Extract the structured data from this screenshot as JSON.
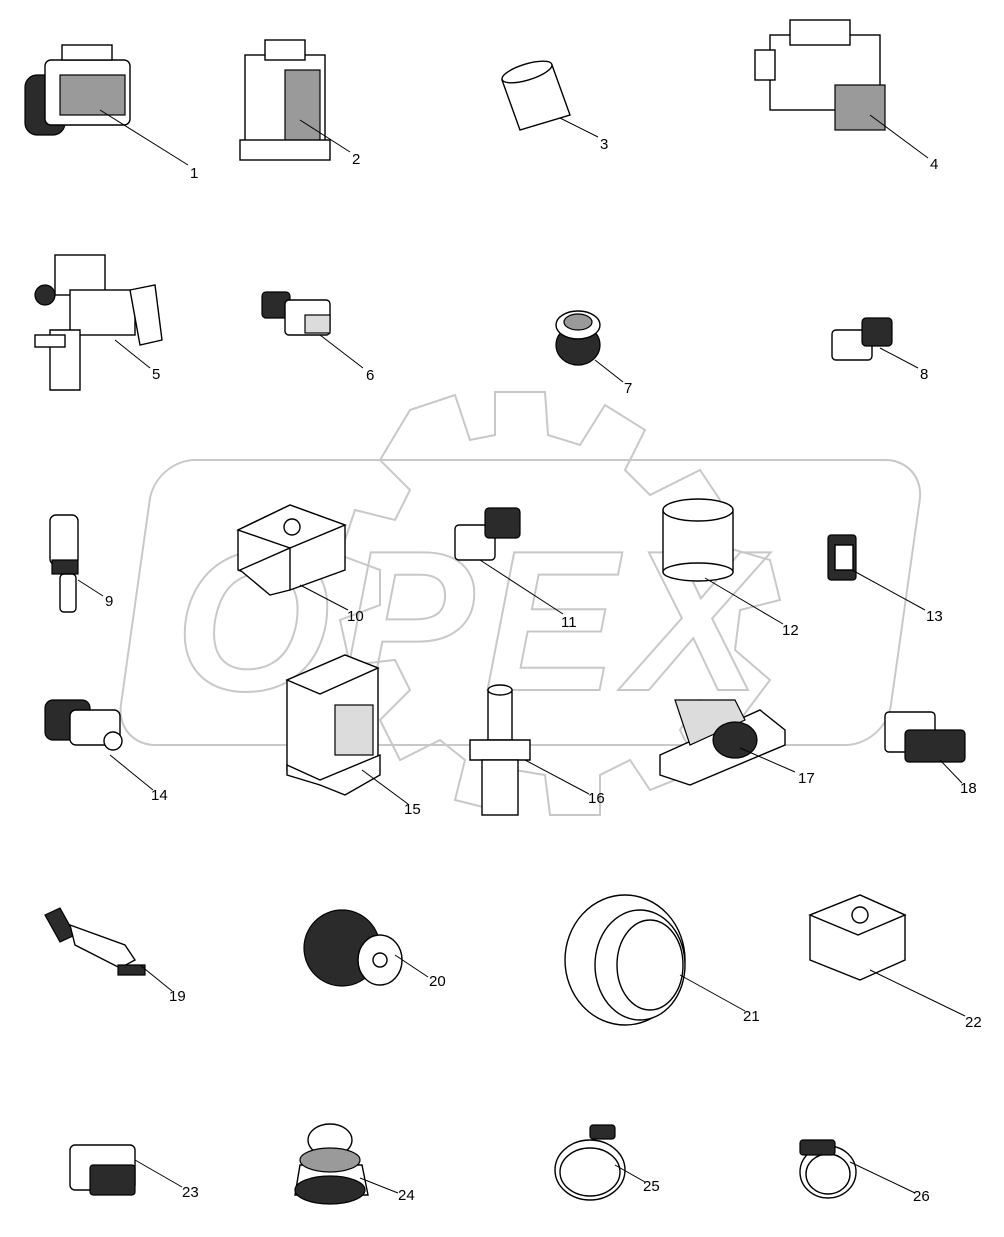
{
  "watermark": {
    "text": "OPEX",
    "color": "#c8c8c8"
  },
  "callouts": [
    {
      "label": "1",
      "part": "multi-pin-connector-housing"
    },
    {
      "label": "2",
      "part": "connector-terminal-block"
    },
    {
      "label": "3",
      "part": "sleeve-tube"
    },
    {
      "label": "4",
      "part": "connector-with-lock"
    },
    {
      "label": "5",
      "part": "solenoid-valve-bracket"
    },
    {
      "label": "6",
      "part": "two-pin-connector"
    },
    {
      "label": "7",
      "part": "round-connector"
    },
    {
      "label": "8",
      "part": "two-pin-plug"
    },
    {
      "label": "9",
      "part": "temperature-sensor"
    },
    {
      "label": "10",
      "part": "solenoid-coil"
    },
    {
      "label": "11",
      "part": "two-pin-connector-small"
    },
    {
      "label": "12",
      "part": "sleeve-large"
    },
    {
      "label": "13",
      "part": "clip-connector"
    },
    {
      "label": "14",
      "part": "sensor-connector"
    },
    {
      "label": "15",
      "part": "relay-module"
    },
    {
      "label": "16",
      "part": "hose-fitting"
    },
    {
      "label": "17",
      "part": "connector-bracket-holder"
    },
    {
      "label": "18",
      "part": "three-pin-connector"
    },
    {
      "label": "19",
      "part": "crimp-terminal"
    },
    {
      "label": "20",
      "part": "round-plug-connector"
    },
    {
      "label": "21",
      "part": "grommet-ring"
    },
    {
      "label": "22",
      "part": "solenoid-coil-small"
    },
    {
      "label": "23",
      "part": "connector-housing-small"
    },
    {
      "label": "24",
      "part": "round-socket-cap"
    },
    {
      "label": "25",
      "part": "hose-clamp"
    },
    {
      "label": "26",
      "part": "worm-clamp"
    }
  ]
}
